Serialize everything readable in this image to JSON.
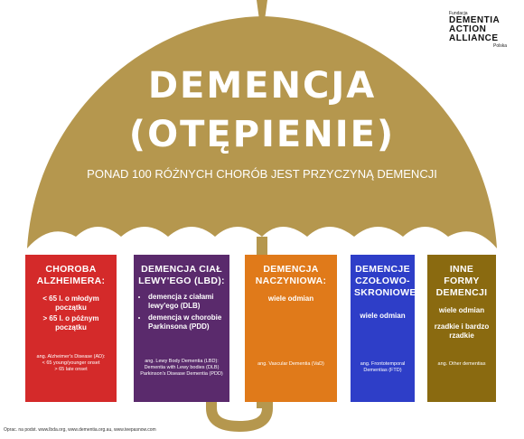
{
  "logo": {
    "small": "Fundacja",
    "line1": "DEMENTIA",
    "line2": "ACTION",
    "line3": "ALLIANCE",
    "country": "Polska"
  },
  "title_line1": "DEMENCJA",
  "title_line2": "(OTĘPIENIE)",
  "subtitle": "PONAD 100 RÓŻNYCH CHORÓB JEST PRZYCZYNĄ DEMENCJI",
  "colors": {
    "umbrella": "#b5974e",
    "alzheimer": "#d42a2a",
    "lewy": "#5a2a6c",
    "vascular": "#e07a1a",
    "ftd": "#2e3ec8",
    "other": "#8a6a10"
  },
  "boxes": {
    "alzheimer": {
      "title": "CHOROBA ALZHEIMERA:",
      "item1": "< 65 l. o młodym początku",
      "item2": "> 65 l. o późnym początku",
      "foot1": "ang. Alzheimer's Disease (AD):",
      "foot2": "< 65  young/younger onset",
      "foot3": "> 65 late onset"
    },
    "lewy": {
      "title": "DEMENCJA CIAŁ LEWY'EGO (LBD):",
      "item1": "demencja z ciałami lewy'ego (DLB)",
      "item2": "demencja w chorobie Parkinsona (PDD)",
      "foot1": "ang. Lewy Body Dementia (LBD):",
      "foot2": "Dementia with Lewy bodies (DLB)",
      "foot3": "Parkinson's Disease Dementia (PDD)"
    },
    "vascular": {
      "title": "DEMENCJA NACZYNIOWA:",
      "item1": "wiele odmian",
      "foot1": "ang. Vascular Dementia (VaD)"
    },
    "ftd": {
      "title": "DEMENCJE CZOŁOWO-SKRONIOWE",
      "item1": "wiele odmian",
      "foot1": "ang. Frontotemporal Dementias (FTD)"
    },
    "other": {
      "title": "INNE FORMY DEMENCJI",
      "item1": "wiele odmian",
      "item2": "rzadkie i bardzo rzadkie",
      "foot1": "ang. Other dementias"
    }
  },
  "source": "Oprac. na podst. www.lbda.org, www.dementia.org.au, www.teepasnow.com"
}
